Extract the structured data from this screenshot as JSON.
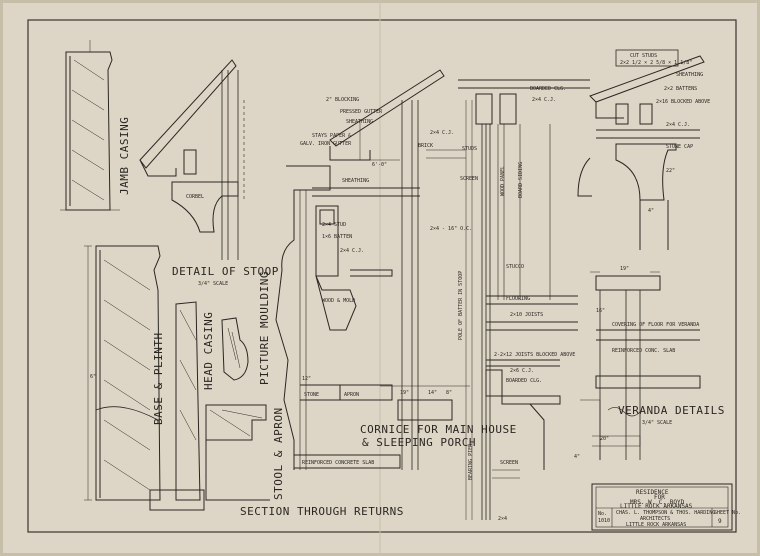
{
  "titles": {
    "jamb_casing": "JAMB CASING",
    "detail_stoop": "DETAIL OF STOOP",
    "stoop_scale": "3/4\" SCALE",
    "picture_moulding": "PICTURE MOULDING",
    "head_casing": "HEAD CASING",
    "base_plinth": "BASE & PLINTH",
    "stool_apron": "STOOL & APRON",
    "section_returns": "SECTION THROUGH RETURNS",
    "cornice_line1": "CORNICE FOR MAIN HOUSE",
    "cornice_line2": "& SLEEPING PORCH",
    "veranda": "VERANDA DETAILS",
    "veranda_scale": "3/4\" SCALE"
  },
  "notes": {
    "cut_studs_1": "CUT STUDS",
    "cut_studs_2": "2×2 1/2 × 2 5/8 × 1 1/8\"",
    "sheathing_right": "SHEATHING",
    "batten_right": "2×2 BATTENS",
    "blocked_right": "2×16 BLOCKED ABOVE",
    "cj_right": "2×4 C.J.",
    "stone_cap": "STONE CAP",
    "corbel": "CORBEL",
    "dim_22": "22\"",
    "dim_4": "4\"",
    "dim_19": "19\"",
    "dim_16": "16\"",
    "covering_floor": "COVERING OF FLOOR FOR VERANDA",
    "reinforced_slab": "REINFORCED CONC. SLAB",
    "dim_20": "20\"",
    "dim_4b": "4\"",
    "x2_blocking": "2\" BLOCKING",
    "pressed_gutter": "PRESSED GUTTER",
    "sheathing_mid": "SHEATHING",
    "stays": "STAYS PAPER &",
    "galv_gutter": "GALV. IRON GUTTER",
    "brick": "BRICK",
    "x2x4_cj": "2×4 C.J.",
    "x2x4_16": "2×4 - 16\" O.C.",
    "dim_6_0": "6'-0\"",
    "sheathing_2": "SHEATHING",
    "x4_studs": "2×4 STUD",
    "batten_2": "1×6 BATTEN",
    "cj_2": "2×4 C.J.",
    "moulding_note": "WOOD & MOLD",
    "boarded_clg": "BOARDED CLG.",
    "x2x4_cj_top": "2×4 C.J.",
    "studs_bay": "STUDS",
    "screen": "SCREEN",
    "wood_panel": "WOOD PANEL",
    "board_siding": "BOARD SIDING",
    "stucco": "STUCCO",
    "flooring": "FLOORING",
    "joists": "2×10 JOISTS",
    "blocked_above": "2-2×12 JOISTS BLOCKED ABOVE",
    "cj_low": "2×6 C.J.",
    "boarded_low": "BOARDED CLG.",
    "screen_low": "SCREEN",
    "dim_2x4": "2×4",
    "dim_19b": "19\"",
    "dim_14": "14\"",
    "dim_12": "12\"",
    "dim_8": "8\"",
    "stone": "STONE",
    "apron": "APRON",
    "reinforced_conc": "REINFORCED CONCRETE SLAB",
    "pole_batter": "POLE OF BATTER IN STOOP",
    "bearing_pier": "BEARING PIER",
    "dim_6": "6\""
  },
  "title_block": {
    "line1": "RESIDENCE",
    "line2": "FOR",
    "line3": "MRS. W. C. BOYD",
    "line4": "LITTLE ROCK   ARKANSAS",
    "architect": "CHAS. L. THOMPSON & THOS. HARDING",
    "role": "ARCHITECTS",
    "city": "LITTLE ROCK   ARKANSAS",
    "no_label": "No.",
    "no_value": "1010",
    "sheet_label": "SHEET No.",
    "sheet_value": "9"
  },
  "colors": {
    "paper": "#ddd6c6",
    "ink": "#2a2622"
  }
}
